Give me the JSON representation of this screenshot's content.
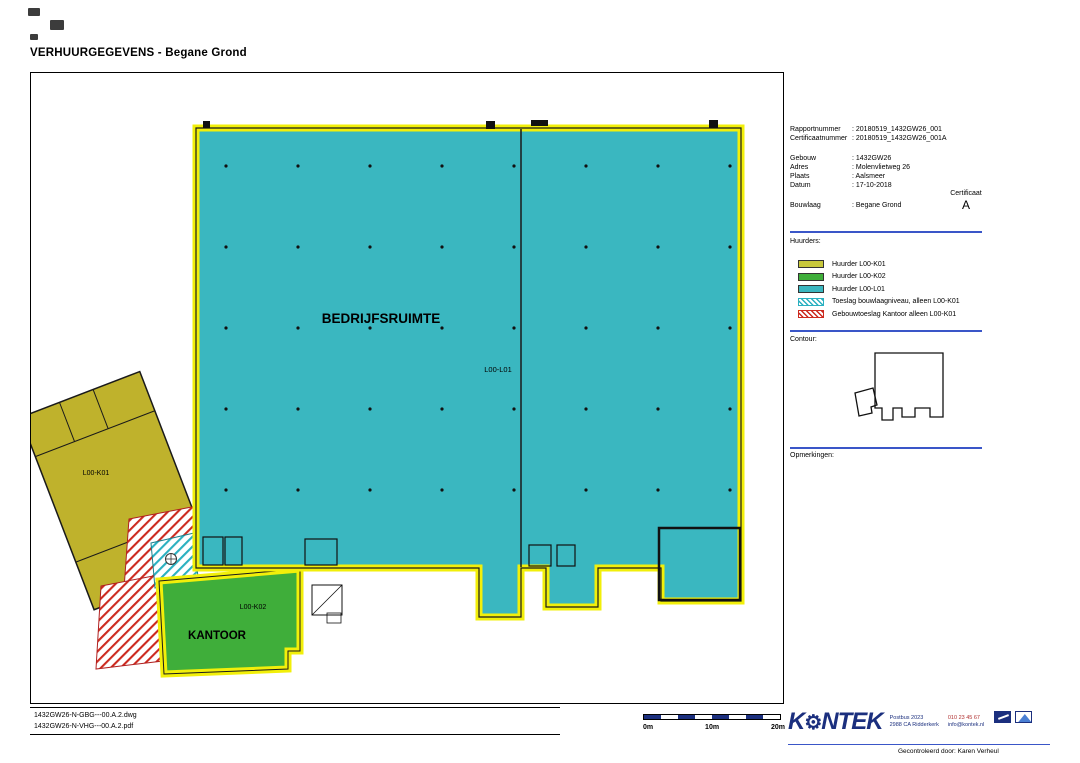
{
  "title": "VERHUURGEGEVENS - Begane Grond",
  "plan": {
    "hall_label": "BEDRIJFSRUIMTE",
    "hall_code": "L00-L01",
    "left_building_code": "L00-K01",
    "kantoor_code": "L00-K02",
    "kantoor_label": "KANTOOR"
  },
  "report": {
    "rows": [
      {
        "label": "Rapportnummer",
        "value": ": 20180519_1432GW26_001"
      },
      {
        "label": "Certificaatnummer",
        "value": ": 20180519_1432GW26_001A"
      },
      {
        "label": "Gebouw",
        "value": ": 1432GW26"
      },
      {
        "label": "Adres",
        "value": ": Molenvlietweg 26"
      },
      {
        "label": "Plaats",
        "value": ": Aalsmeer"
      },
      {
        "label": "Datum",
        "value": ": 17-10-2018"
      },
      {
        "label": "Bouwlaag",
        "value": ": Begane Grond"
      }
    ],
    "certificaat_label": "Certificaat",
    "certificaat_grade": "A"
  },
  "legend": {
    "heading": "Huurders:",
    "items": [
      {
        "label": "Huurder L00-K01",
        "swatch": "yellow"
      },
      {
        "label": "Huurder L00-K02",
        "swatch": "green"
      },
      {
        "label": "Huurder L00-L01",
        "swatch": "cyan"
      },
      {
        "label": "Toeslag bouwlaagniveau, alleen L00-K01",
        "swatch": "cyan-hatch"
      },
      {
        "label": "Gebouwtoeslag Kantoor alleen L00-K01",
        "swatch": "red-hatch"
      }
    ]
  },
  "contour_heading": "Contour:",
  "opmerkingen_heading": "Opmerkingen:",
  "footer": {
    "file1": "1432GW26-N-GBG---00.A.2.dwg",
    "file2": "1432GW26-N-VHG---00.A.2.pdf",
    "scale_0": "0m",
    "scale_10": "10m",
    "scale_20": "20m",
    "checked_by": "Gecontroleerd door: Karen Verheul"
  },
  "logo": {
    "part1": "K",
    "gear": "⚙",
    "part2": "NTEK",
    "address_line1": "Postbus 2023",
    "address_line2": "2988 CA Ridderkerk",
    "contact_line1": "010 23 45 67",
    "contact_line2": "info@kontek.nl"
  },
  "colors": {
    "hall_fill": "#3ab7c0",
    "outline_yellow": "#f2ef0a",
    "building_olive": "#bfb22c",
    "kantoor_green": "#3fae3a",
    "hatch_red": "#cc2a1f",
    "hatch_cyan": "#2ab0c0",
    "rule_blue": "#3a56c8",
    "logo_navy": "#1b2f7e"
  }
}
